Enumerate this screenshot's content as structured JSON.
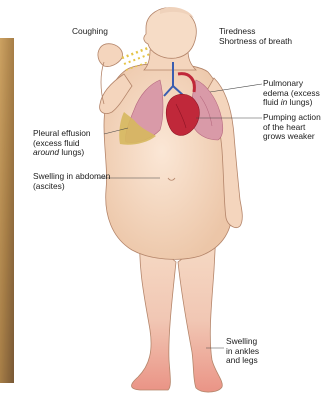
{
  "labels": {
    "coughing": "Coughing",
    "tiredness": "Tiredness",
    "shortness": "Shortness of breath",
    "pulmonary": {
      "line1": "Pulmonary",
      "line2": "edema (excess",
      "line3_pre": "fluid ",
      "line3_it": "in",
      "line3_post": " lungs)"
    },
    "pumping": {
      "line1": "Pumping action",
      "line2": "of the heart",
      "line3": "grows weaker"
    },
    "pleural": {
      "line1": "Pleural effusion",
      "line2": "(excess fluid",
      "line3_it": "around",
      "line3_post": " lungs)"
    },
    "abdomen": {
      "line1": "Swelling in abdomen",
      "line2": "(ascites)"
    },
    "ankles": {
      "line1": "Swelling",
      "line2": "in ankles",
      "line3": "and legs"
    }
  },
  "colors": {
    "skin": "#f6dcc6",
    "skin_shadow": "#e9bfa0",
    "outline": "#b4856a",
    "lung": "#d99aa8",
    "lung_dark": "#b76a80",
    "effusion": "#d6b85e",
    "heart": "#c0283a",
    "vessel_blue": "#3a5db0",
    "swelling": "#ec9a8e",
    "leader": "#444444"
  }
}
